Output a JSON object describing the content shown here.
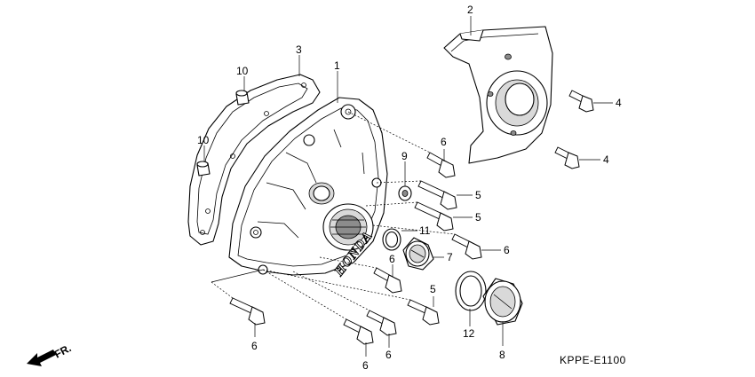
{
  "diagram": {
    "callouts": {
      "c1": "1",
      "c2": "2",
      "c3": "3",
      "c4a": "4",
      "c4b": "4",
      "c5a": "5",
      "c5b": "5",
      "c5c": "5",
      "c6a": "6",
      "c6b": "6",
      "c6c": "6",
      "c6d": "6",
      "c6e": "6",
      "c6f": "6",
      "c7": "7",
      "c8": "8",
      "c9": "9",
      "c10a": "10",
      "c10b": "10",
      "c11": "11",
      "c12": "12"
    },
    "brand_mark": "HONDA",
    "direction_label": "FR.",
    "diagram_code": "KPPE-E1100"
  }
}
